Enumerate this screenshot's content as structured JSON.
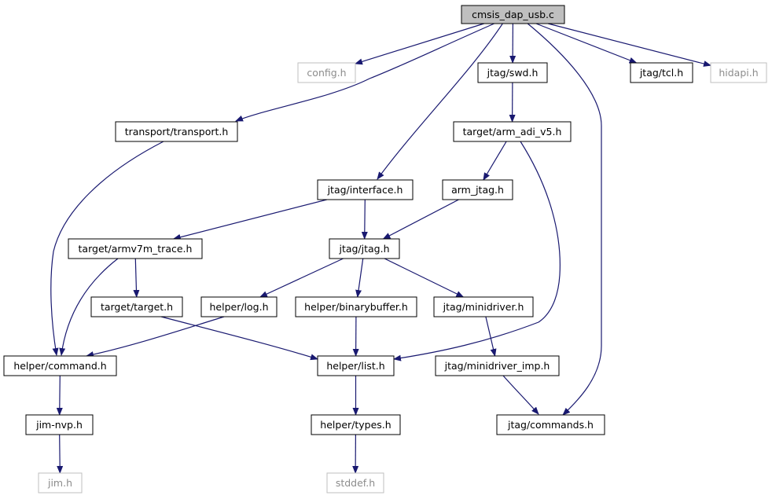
{
  "nodes": [
    {
      "id": "root",
      "label": "cmsis_dap_usb.c",
      "kind": "root"
    },
    {
      "id": "config",
      "label": "config.h",
      "kind": "external"
    },
    {
      "id": "transport",
      "label": "transport/transport.h",
      "kind": "internal"
    },
    {
      "id": "interface",
      "label": "jtag/interface.h",
      "kind": "internal"
    },
    {
      "id": "swd",
      "label": "jtag/swd.h",
      "kind": "internal"
    },
    {
      "id": "commands",
      "label": "jtag/commands.h",
      "kind": "internal"
    },
    {
      "id": "tcl",
      "label": "jtag/tcl.h",
      "kind": "internal"
    },
    {
      "id": "hidapi",
      "label": "hidapi.h",
      "kind": "external"
    },
    {
      "id": "adi",
      "label": "target/arm_adi_v5.h",
      "kind": "internal"
    },
    {
      "id": "armjtag",
      "label": "arm_jtag.h",
      "kind": "internal"
    },
    {
      "id": "armv7m",
      "label": "target/armv7m_trace.h",
      "kind": "internal"
    },
    {
      "id": "jtagh",
      "label": "jtag/jtag.h",
      "kind": "internal"
    },
    {
      "id": "target",
      "label": "target/target.h",
      "kind": "internal"
    },
    {
      "id": "log",
      "label": "helper/log.h",
      "kind": "internal"
    },
    {
      "id": "binbuf",
      "label": "helper/binarybuffer.h",
      "kind": "internal"
    },
    {
      "id": "minidriver",
      "label": "jtag/minidriver.h",
      "kind": "internal"
    },
    {
      "id": "command",
      "label": "helper/command.h",
      "kind": "internal"
    },
    {
      "id": "list",
      "label": "helper/list.h",
      "kind": "internal"
    },
    {
      "id": "minidrvimp",
      "label": "jtag/minidriver_imp.h",
      "kind": "internal"
    },
    {
      "id": "jimnvp",
      "label": "jim-nvp.h",
      "kind": "internal"
    },
    {
      "id": "types",
      "label": "helper/types.h",
      "kind": "internal"
    },
    {
      "id": "jim",
      "label": "jim.h",
      "kind": "external"
    },
    {
      "id": "stddef",
      "label": "stddef.h",
      "kind": "external"
    }
  ],
  "edges": [
    [
      "root",
      "config"
    ],
    [
      "root",
      "transport"
    ],
    [
      "root",
      "interface"
    ],
    [
      "root",
      "swd"
    ],
    [
      "root",
      "commands"
    ],
    [
      "root",
      "tcl"
    ],
    [
      "root",
      "hidapi"
    ],
    [
      "transport",
      "command"
    ],
    [
      "interface",
      "armv7m"
    ],
    [
      "interface",
      "jtagh"
    ],
    [
      "swd",
      "adi"
    ],
    [
      "adi",
      "armjtag"
    ],
    [
      "adi",
      "list"
    ],
    [
      "armjtag",
      "jtagh"
    ],
    [
      "armv7m",
      "target"
    ],
    [
      "armv7m",
      "command"
    ],
    [
      "jtagh",
      "log"
    ],
    [
      "jtagh",
      "binbuf"
    ],
    [
      "jtagh",
      "minidriver"
    ],
    [
      "target",
      "list"
    ],
    [
      "log",
      "command"
    ],
    [
      "binbuf",
      "list"
    ],
    [
      "minidriver",
      "minidrvimp"
    ],
    [
      "minidrvimp",
      "commands"
    ],
    [
      "command",
      "jimnvp"
    ],
    [
      "list",
      "types"
    ],
    [
      "jimnvp",
      "jim"
    ],
    [
      "types",
      "stddef"
    ]
  ],
  "colors": {
    "edge": "#191970",
    "root_fill": "#bfbfbf",
    "external_stroke": "#bfbfbf",
    "external_text": "#8c8c8c"
  }
}
